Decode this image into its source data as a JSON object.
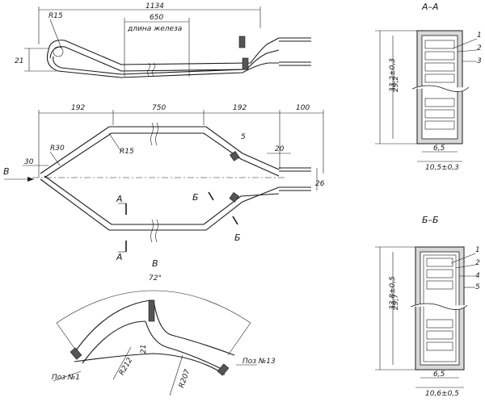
{
  "top_view": {
    "dim_total": "1134",
    "dim_iron": "650",
    "iron_label": "длина железа",
    "radius": "R15",
    "height": "21"
  },
  "plan_view": {
    "dim_left": "192",
    "dim_mid": "750",
    "dim_right": "192",
    "dim_lead": "100",
    "dim_30": "30",
    "dim_20": "20",
    "dim_26": "26",
    "dim_5": "5",
    "r30": "R30",
    "r15": "R15",
    "view_b_arrow": "В",
    "cut_a": "А",
    "cut_b": "Б"
  },
  "view_b": {
    "title": "В",
    "angle": "72°",
    "r212": "R212",
    "r207": "R207",
    "dim_21": "21",
    "pos1": "Поз №1",
    "pos13": "Поз №13"
  },
  "section_aa": {
    "title": "А–А",
    "height_outer": "33,2±0,3",
    "height_inner": "29,2",
    "width_inner": "6,5",
    "width_outer": "10,5±0,3",
    "callouts": [
      "1",
      "2",
      "3"
    ]
  },
  "section_bb": {
    "title": "Б–Б",
    "height_outer": "33,8±0,5",
    "height_inner": "29,7",
    "width_inner": "6,5",
    "width_outer": "10,6±0,5",
    "callouts": [
      "1",
      "2",
      "4",
      "5"
    ]
  }
}
